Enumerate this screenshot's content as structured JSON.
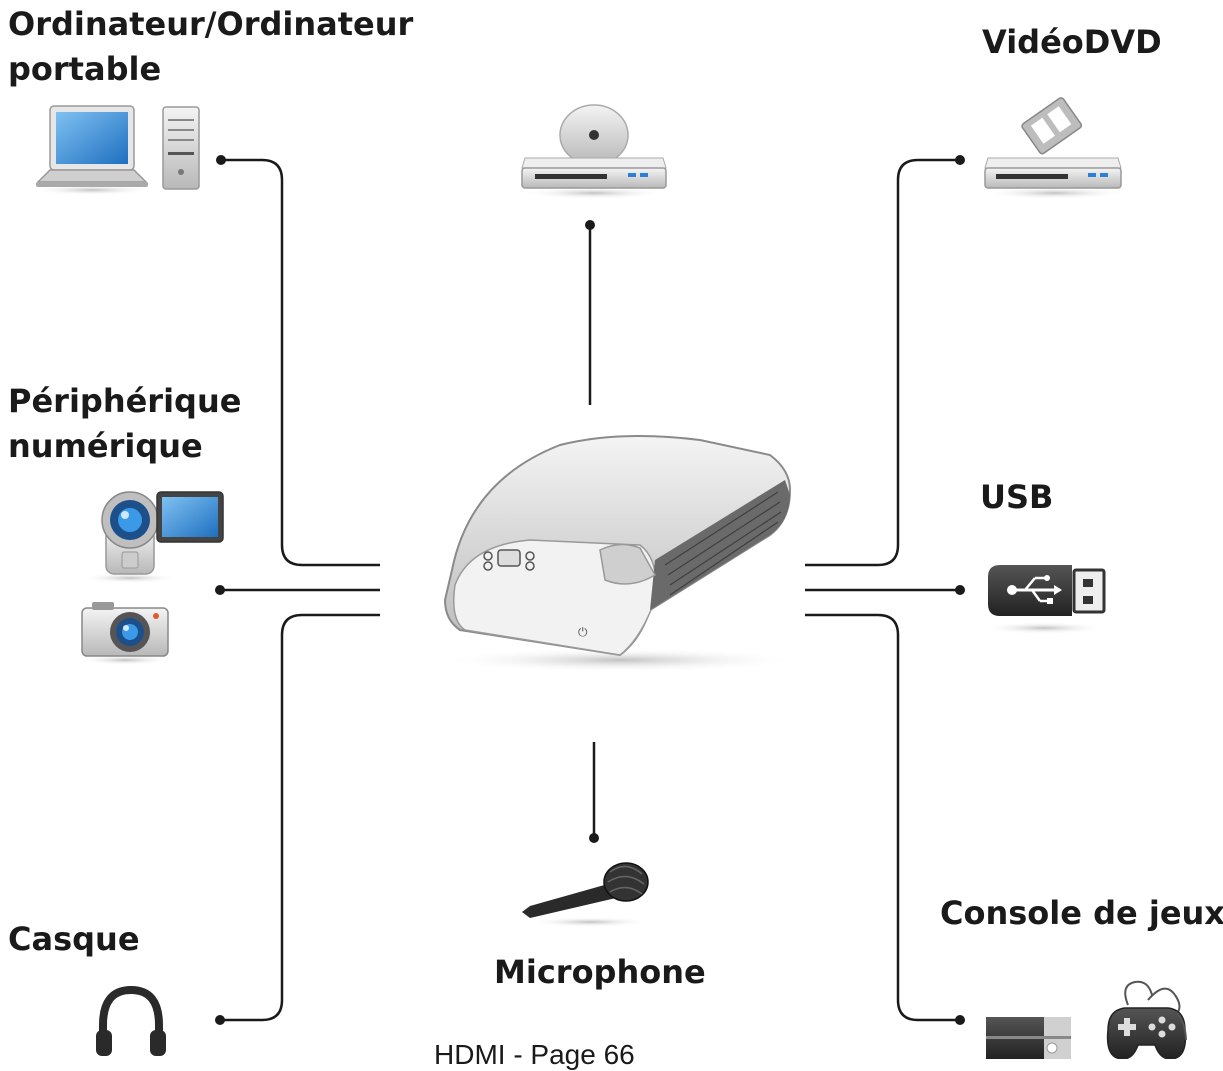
{
  "labels": {
    "computer": "Ordinateur/Ordinateur portable",
    "computer_line1": "Ordinateur/Ordinateur",
    "computer_line2": "portable",
    "dvd": "VidéoDVD",
    "digital_line1": "Périphérique",
    "digital_line2": "numérique",
    "usb": "USB",
    "headset": "Casque",
    "microphone": "Microphone",
    "console": "Console de jeux"
  },
  "footer": "HDMI - Page 66",
  "icons": [
    "laptop-icon",
    "desktop-tower-icon",
    "disc-player-icon",
    "dvd-player-icon",
    "camcorder-icon",
    "camera-icon",
    "usb-drive-icon",
    "projector-icon",
    "microphone-icon",
    "headphones-icon",
    "game-console-icon",
    "gamepad-icon"
  ],
  "colors": {
    "line": "#1a1a1a",
    "screen": "#2b7fd4",
    "device": "#d9d9d9"
  }
}
